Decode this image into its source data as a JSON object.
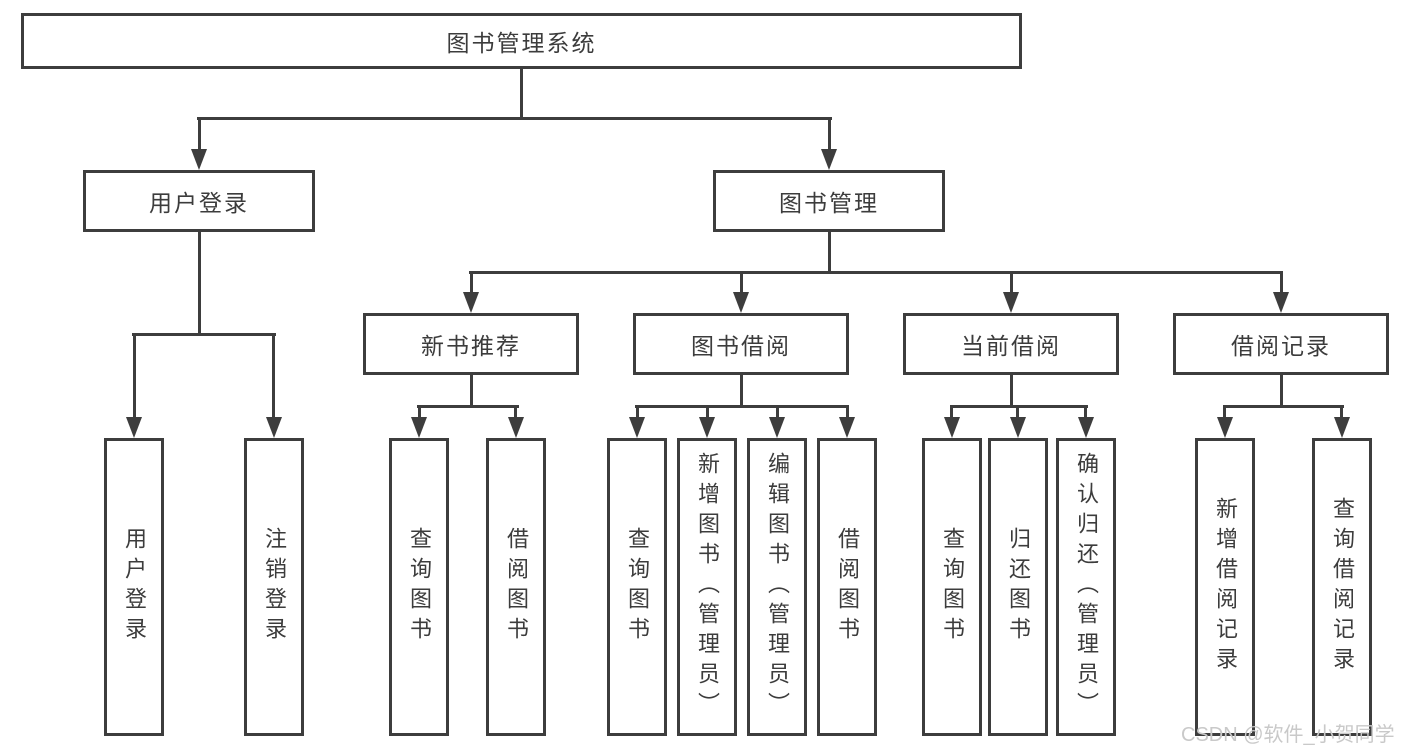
{
  "diagram": {
    "title": "图书管理系统",
    "type": "hierarchy-tree",
    "colors": {
      "line": "#3d3d3d",
      "text": "#3c3c3c",
      "background": "#ffffff",
      "watermark": "#c9c9c9"
    },
    "nodes": {
      "root": "图书管理系统",
      "user_login": "用户登录",
      "book_mgmt": "图书管理",
      "new_book_rec": "新书推荐",
      "book_borrow": "图书借阅",
      "current_borrow": "当前借阅",
      "borrow_record": "借阅记录",
      "leaves": [
        "用户登录",
        "注销登录",
        "查询图书",
        "借阅图书",
        "查询图书",
        "新增图书（管理员）",
        "编辑图书（管理员）",
        "借阅图书",
        "查询图书",
        "归还图书",
        "确认归还（管理员）",
        "新增借阅记录",
        "查询借阅记录"
      ]
    },
    "hierarchy": {
      "图书管理系统": [
        "用户登录",
        "图书管理"
      ],
      "用户登录": [
        "用户登录",
        "注销登录"
      ],
      "图书管理": [
        "新书推荐",
        "图书借阅",
        "当前借阅",
        "借阅记录"
      ],
      "新书推荐": [
        "查询图书",
        "借阅图书"
      ],
      "图书借阅": [
        "查询图书",
        "新增图书（管理员）",
        "编辑图书（管理员）",
        "借阅图书"
      ],
      "当前借阅": [
        "查询图书",
        "归还图书",
        "确认归还（管理员）"
      ],
      "借阅记录": [
        "新增借阅记录",
        "查询借阅记录"
      ]
    }
  },
  "watermark": "CSDN @软件_小贺同学"
}
